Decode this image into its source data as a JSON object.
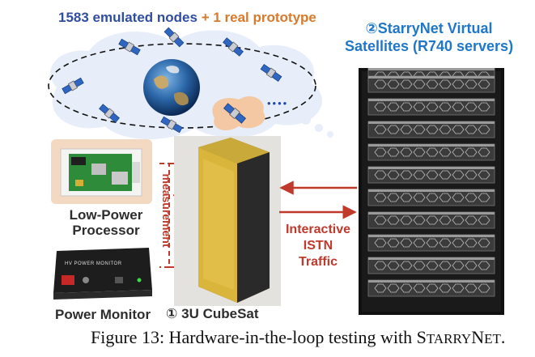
{
  "top_label": {
    "emulated": "1583 emulated nodes",
    "plus": " + ",
    "prototype": "1 real prototype"
  },
  "virtual_sats": {
    "line1": "②StarryNet Virtual",
    "line2": "Satellites (R740 servers)"
  },
  "cubesat": {
    "label": "① 3U CubeSat"
  },
  "processor": {
    "line1": "Low-Power",
    "line2": "Processor"
  },
  "monitor": {
    "label": "Power Monitor",
    "device_text": "HV POWER MONITOR"
  },
  "power": {
    "line1": "power",
    "line2": "measurement"
  },
  "traffic": {
    "line1": "Interactive",
    "line2": "ISTN",
    "line3": "Traffic"
  },
  "dots": "••••",
  "caption": {
    "prefix": "Figure 13: Hardware-in-the-loop testing with S",
    "sc": "TARRY",
    "mid": "N",
    "sc2": "ET",
    "suffix": "."
  },
  "colors": {
    "blue_label": "#1f77c9",
    "red_arrow": "#c0392b",
    "orange_label": "#d9792b",
    "cloud": "#e8eef9"
  }
}
